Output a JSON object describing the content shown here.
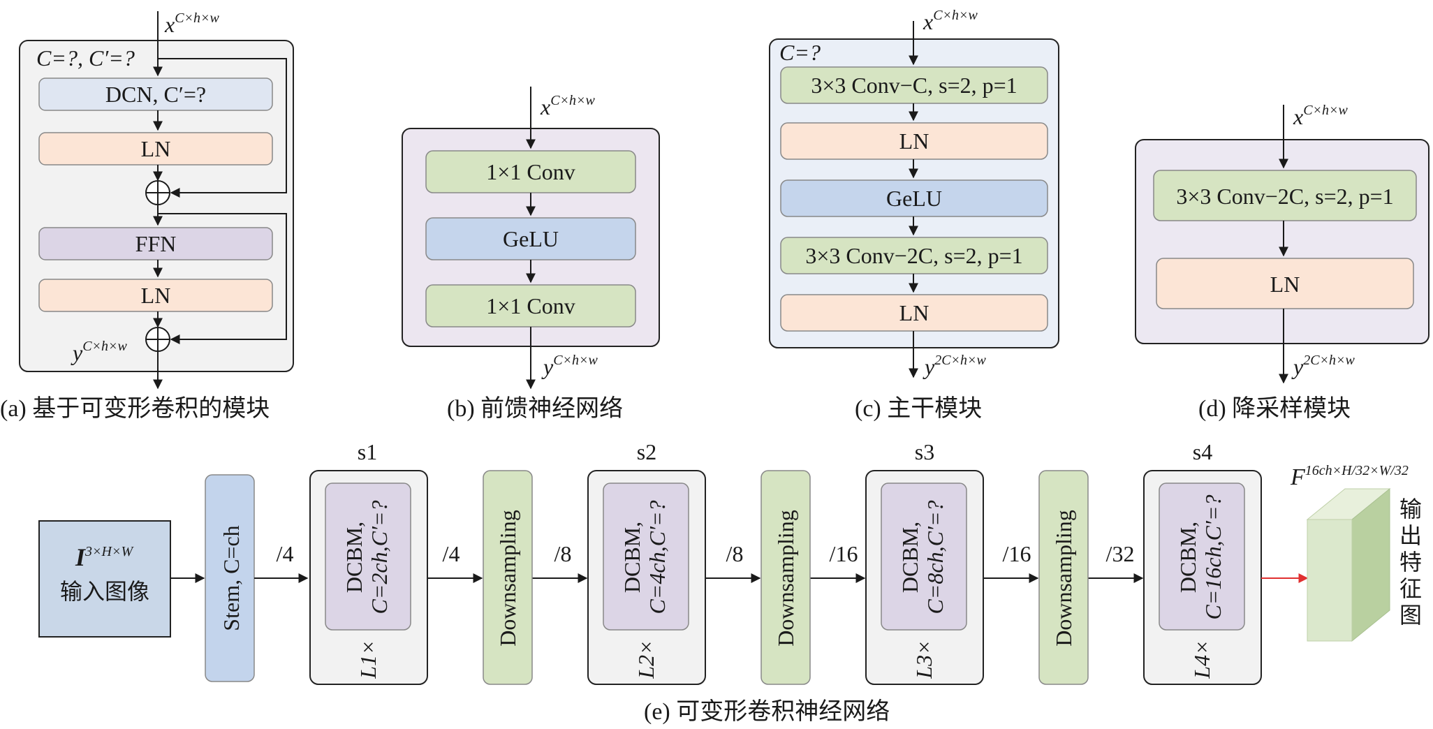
{
  "colors": {
    "panel_a": "#f2f2f2",
    "panel_b": "#ece6f0",
    "panel_c": "#eaeff7",
    "panel_d": "#ece8f2",
    "blue_box": "#dfe6f2",
    "peach": "#fce5d6",
    "green": "#d6e4c2",
    "gelu_blue": "#c5d5ec",
    "purple": "#dcd5e6",
    "input_box": "#c9d7e8",
    "stem": "#c3d4ec",
    "output_front": "#dbe8cc",
    "output_side": "#b9d0a0",
    "red_arrow": "#e03030"
  },
  "panel_a": {
    "input": "x^{C×h×w}",
    "params": "C=?, C′=?",
    "blocks": [
      "DCN, C′=?",
      "LN",
      "FFN",
      "LN"
    ],
    "output": "y^{C×h×w}",
    "caption": "(a) 基于可变形卷积的模块"
  },
  "panel_b": {
    "input": "x^{C×h×w}",
    "blocks": [
      "1×1 Conv",
      "GeLU",
      "1×1 Conv"
    ],
    "output": "y^{C×h×w}",
    "caption": "(b) 前馈神经网络"
  },
  "panel_c": {
    "input": "x^{C×h×w}",
    "params": "C=?",
    "blocks": [
      "3×3 Conv−C, s=2, p=1",
      "LN",
      "GeLU",
      "3×3 Conv−2C, s=2, p=1",
      "LN"
    ],
    "output": "y^{2C×h×w}",
    "caption": "(c) 主干模块"
  },
  "panel_d": {
    "input": "x^{C×h×w}",
    "blocks": [
      "3×3 Conv−2C, s=2, p=1",
      "LN"
    ],
    "output": "y^{2C×h×w}",
    "caption": "(d) 降采样模块"
  },
  "panel_e": {
    "input_symbol": "I^{3×H×W}",
    "input_label": "输入图像",
    "stem": "Stem, C=ch",
    "stages": [
      {
        "name": "s1",
        "line1": "DCBM,",
        "line2": "C=2ch,C′=?",
        "repeat": "L1×"
      },
      {
        "name": "s2",
        "line1": "DCBM,",
        "line2": "C=4ch,C′=?",
        "repeat": "L2×"
      },
      {
        "name": "s3",
        "line1": "DCBM,",
        "line2": "C=8ch,C′=?",
        "repeat": "L3×"
      },
      {
        "name": "s4",
        "line1": "DCBM,",
        "line2": "C=16ch,C′=?",
        "repeat": "L4×"
      }
    ],
    "downsampling": "Downsampling",
    "strides": [
      "/4",
      "/4",
      "/8",
      "/8",
      "/16",
      "/16",
      "/32"
    ],
    "output_symbol": "F^{16ch×H/32×W/32}",
    "output_label": [
      "输",
      "出",
      "特",
      "征",
      "图"
    ],
    "caption": "(e) 可变形卷积神经网络"
  }
}
